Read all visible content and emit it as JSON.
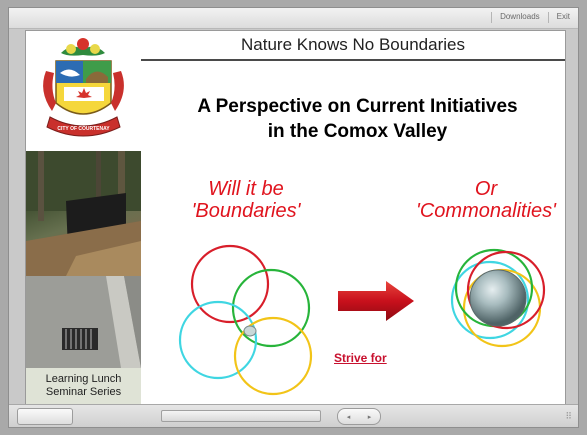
{
  "topbar": {
    "downloads_label": "Downloads",
    "exit_label": "Exit"
  },
  "slide": {
    "title": "Nature Knows No Boundaries",
    "heading_line1": "A Perspective on Current Initiatives",
    "heading_line2": "in the Comox Valley",
    "question_left_line1": "Will it be",
    "question_left_line2": "'Boundaries'",
    "question_right_line1": "Or",
    "question_right_line2": "'Commonalities'",
    "strive_label": "Strive for",
    "series_line1": "Learning Lunch",
    "series_line2": "Seminar Series",
    "crest_text": "CITY OF COURTENAY"
  },
  "player": {
    "progress": 0.0,
    "prev_glyph": "◂",
    "next_glyph": "▸",
    "resize_glyph": "⠿"
  },
  "colors": {
    "accent_red": "#e0141e",
    "circle_red": "#d81e2a",
    "circle_green": "#27b43a",
    "circle_cyan": "#3fd6e2",
    "circle_yellow": "#f2c418"
  }
}
